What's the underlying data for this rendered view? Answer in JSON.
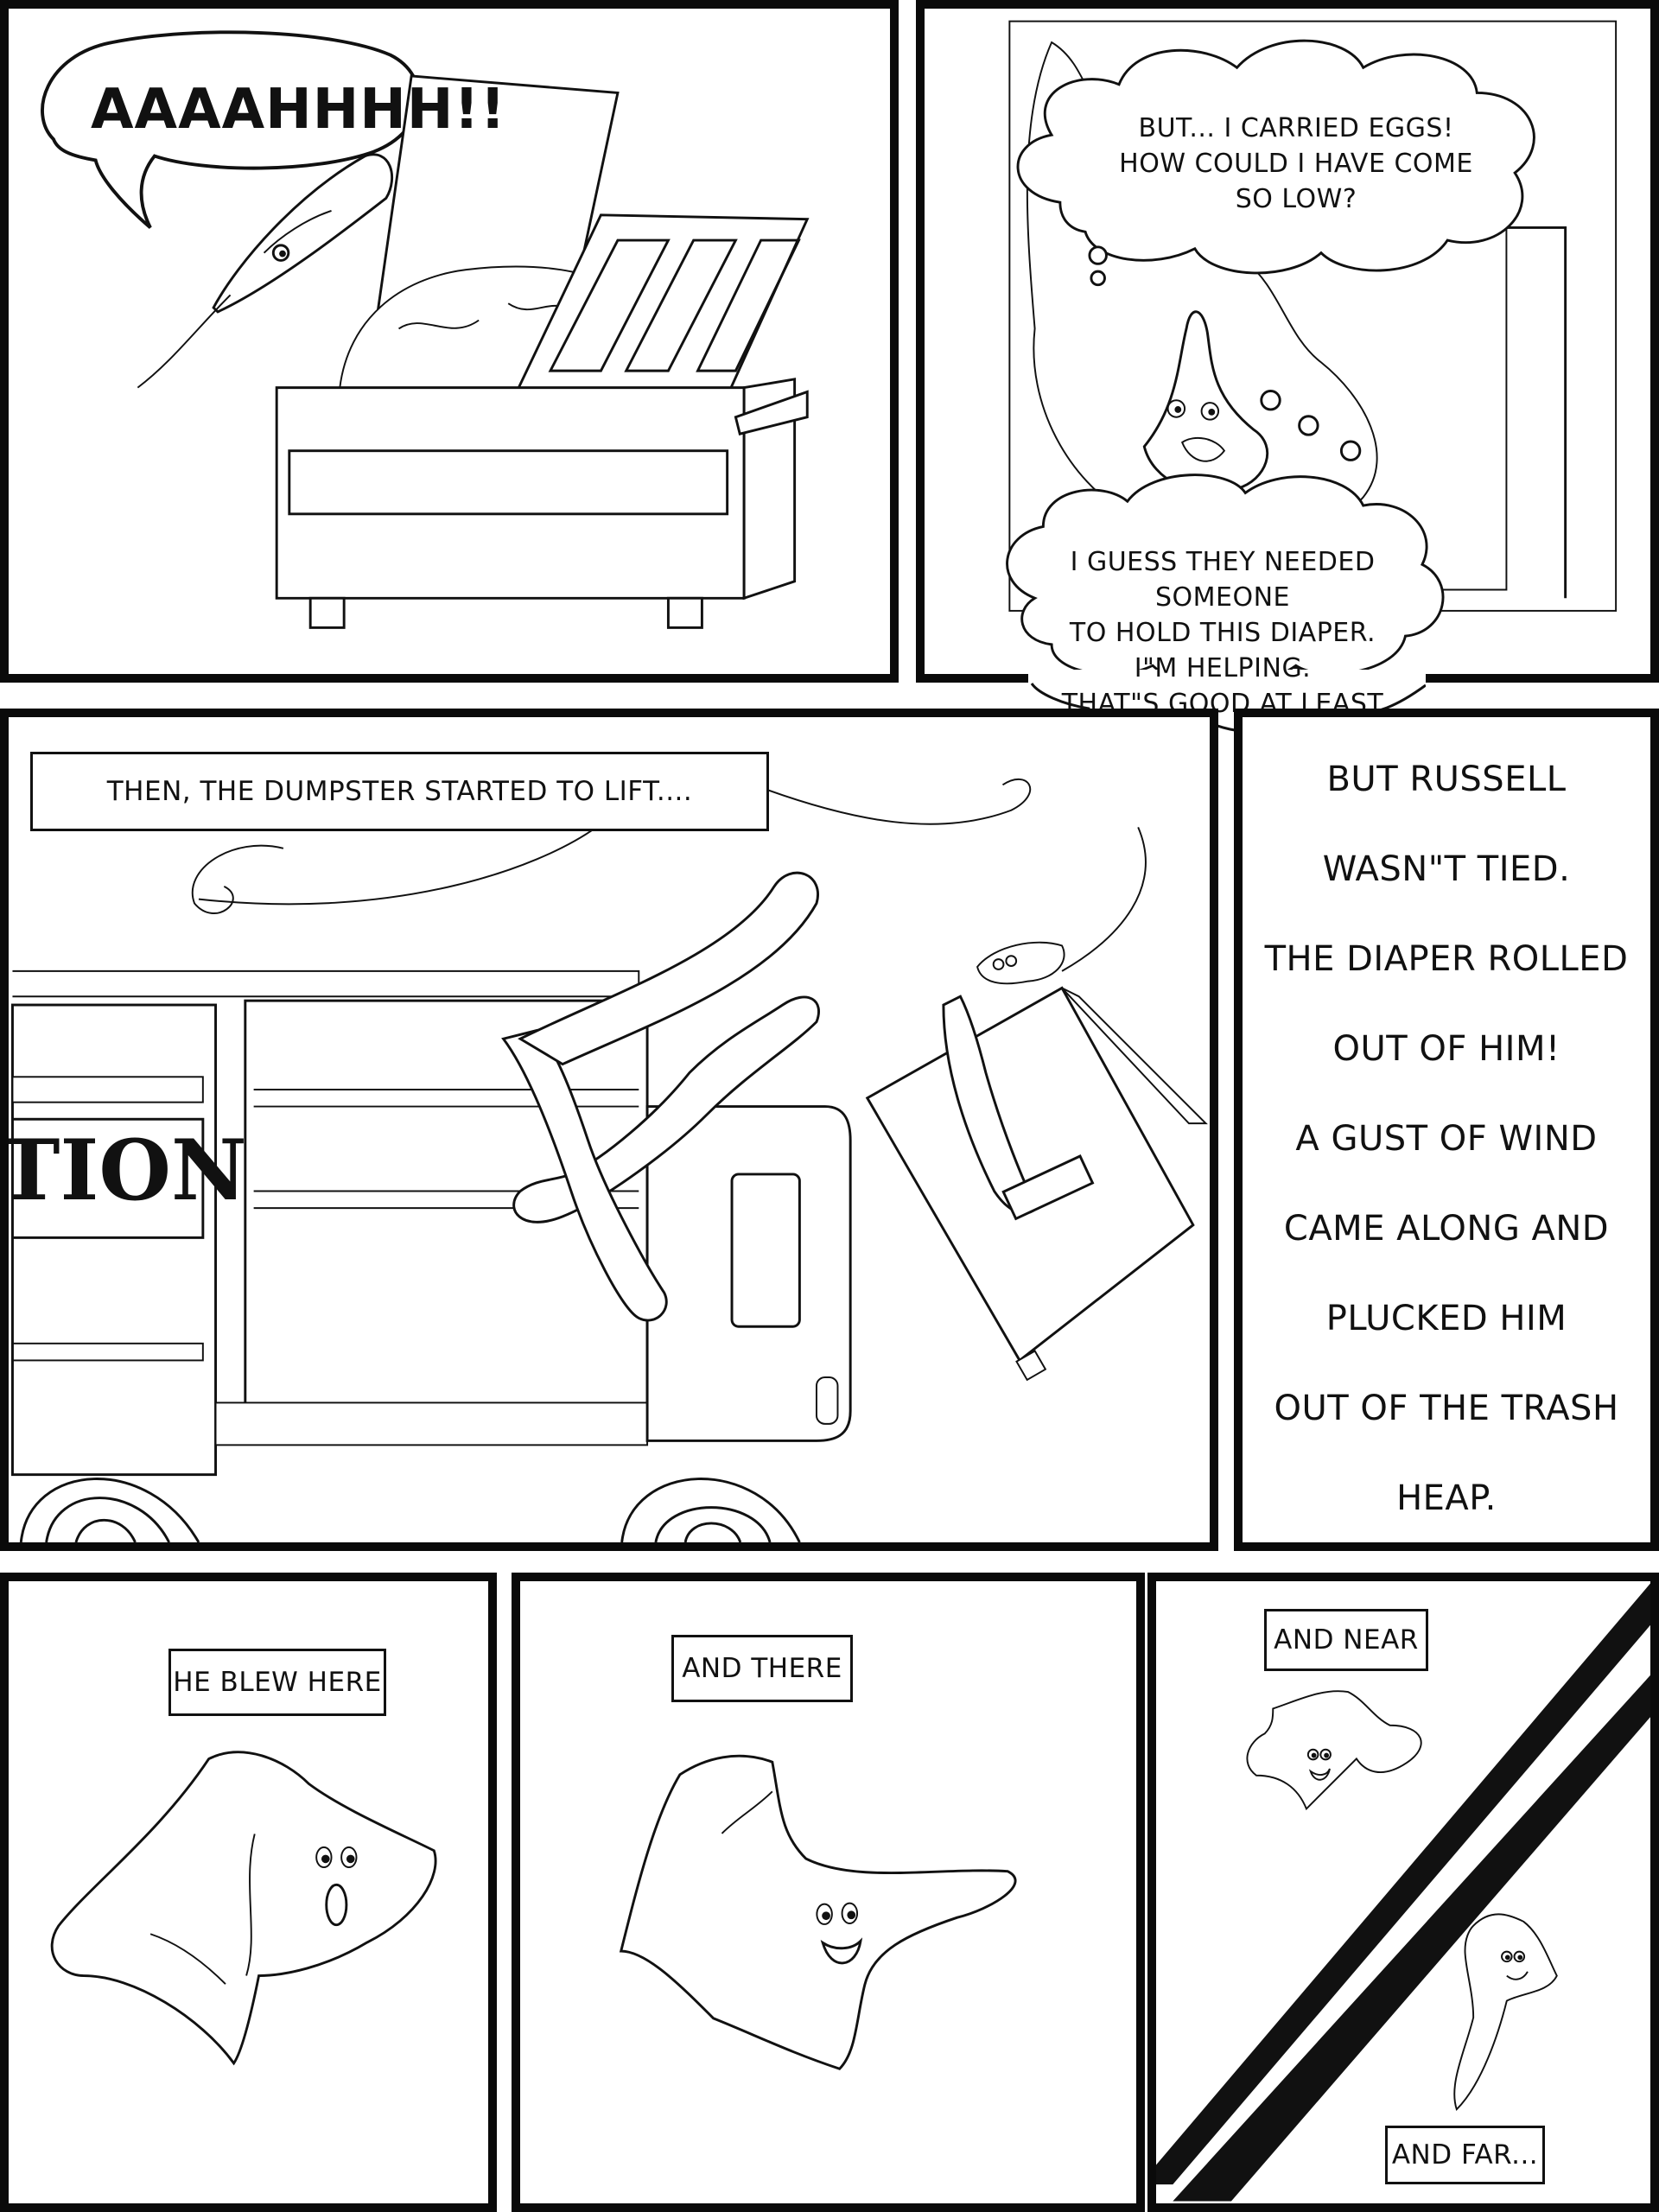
{
  "panel1": {
    "shout": "AAAAHHHH!!"
  },
  "panel2": {
    "thought_top": [
      "BUT... I CARRIED EGGS!",
      "HOW COULD I HAVE COME SO LOW?"
    ],
    "thought_bottom": [
      "I GUESS THEY NEEDED SOMEONE",
      "TO HOLD THIS DIAPER.",
      "I\"M HELPING.",
      "THAT\"S GOOD AT LEAST"
    ]
  },
  "panel3": {
    "caption": "THEN, THE DUMPSTER STARTED TO LIFT....",
    "truck_label": "TION"
  },
  "panel4": {
    "narration": [
      "BUT RUSSELL",
      "WASN\"T TIED.",
      "THE DIAPER ROLLED",
      "OUT OF HIM!",
      "A GUST OF WIND",
      "CAME ALONG AND",
      "PLUCKED HIM",
      "OUT OF THE TRASH",
      "HEAP."
    ]
  },
  "panel5": {
    "caption": "HE BLEW HERE"
  },
  "panel6": {
    "caption": "AND THERE"
  },
  "panel7": {
    "caption_top": "AND NEAR",
    "caption_bottom": "AND FAR..."
  }
}
